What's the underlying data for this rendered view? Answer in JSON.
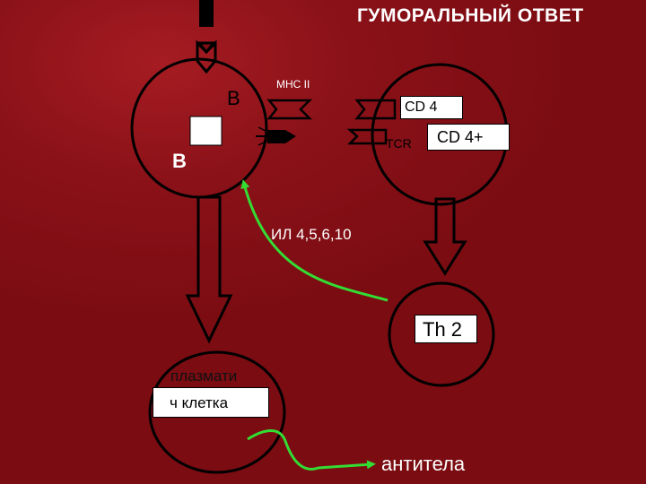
{
  "title": "ГУМОРАЛЬНЫЙ ОТВЕТ",
  "labels": {
    "b_cell_top": "В",
    "b_cell_left": "В",
    "mhc": "МНС II",
    "cd4": "CD 4",
    "tcr": "TCR",
    "cd4_plus": "CD 4+",
    "interleukins": "ИЛ 4,5,6,10",
    "th2": "Th 2",
    "plasma_line1": "плазмати",
    "plasma_line2": "ч клетка",
    "antibodies": "антитела"
  },
  "colors": {
    "background": "#800d14",
    "cell_outline": "#000000",
    "signal_arrow": "#33dd33",
    "text": "#ffffff"
  }
}
